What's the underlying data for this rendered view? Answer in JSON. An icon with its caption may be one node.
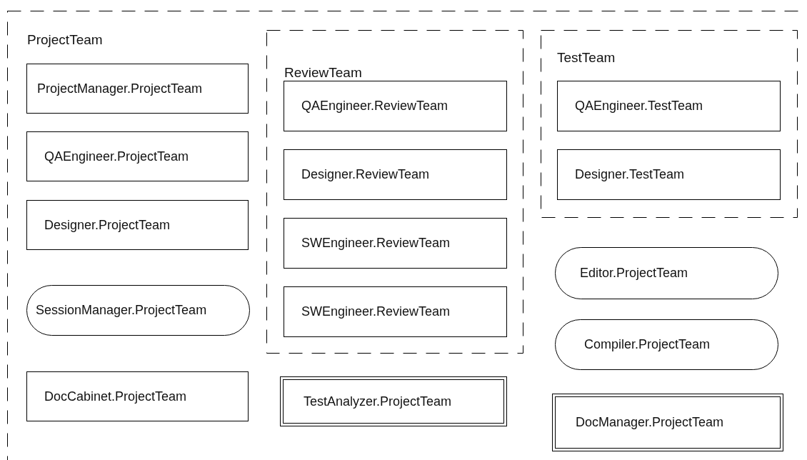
{
  "diagram": {
    "nodes": [
      {
        "text": [
          "ProjectTeam"
        ]
      },
      {
        "text": [
          "ProjectManager.ProjectTeam"
        ],
        "in": 0
      },
      {
        "text": [
          "QAEngineer.ProjectTeam"
        ],
        "in": 0
      },
      {
        "text": [
          "Designer.ProjectTeam"
        ],
        "in": 0
      },
      {
        "text": [
          "SessionManager.ProjectTeam"
        ],
        "in": 0
      },
      {
        "text": [
          "DocCabinet.ProjectTeam"
        ],
        "in": 0
      },
      {
        "text": [
          "ReviewTeam"
        ],
        "in": 0
      },
      {
        "text": [
          "QAEngineer.ReviewTeam"
        ],
        "in": 6
      },
      {
        "text": [
          "Designer.ReviewTeam"
        ],
        "in": 6
      },
      {
        "text": [
          "SWEngineer.ReviewTeam"
        ],
        "in": 6
      },
      {
        "text": [
          "SWEngineer.ReviewTeam"
        ],
        "in": 6
      },
      {
        "text": [
          "TestAnalyzer.ProjectTeam"
        ],
        "in": 0
      },
      {
        "text": [
          "TestTeam"
        ],
        "in": 0
      },
      {
        "text": [
          "QAEngineer.TestTeam"
        ],
        "in": 12
      },
      {
        "text": [
          "Designer.TestTeam"
        ],
        "in": 12
      },
      {
        "text": [
          "Editor.ProjectTeam"
        ],
        "in": 0
      },
      {
        "text": [
          "Compiler.ProjectTeam"
        ],
        "in": 0
      },
      {
        "text": [
          "DocManager.ProjectTeam"
        ],
        "in": 0
      }
    ]
  }
}
